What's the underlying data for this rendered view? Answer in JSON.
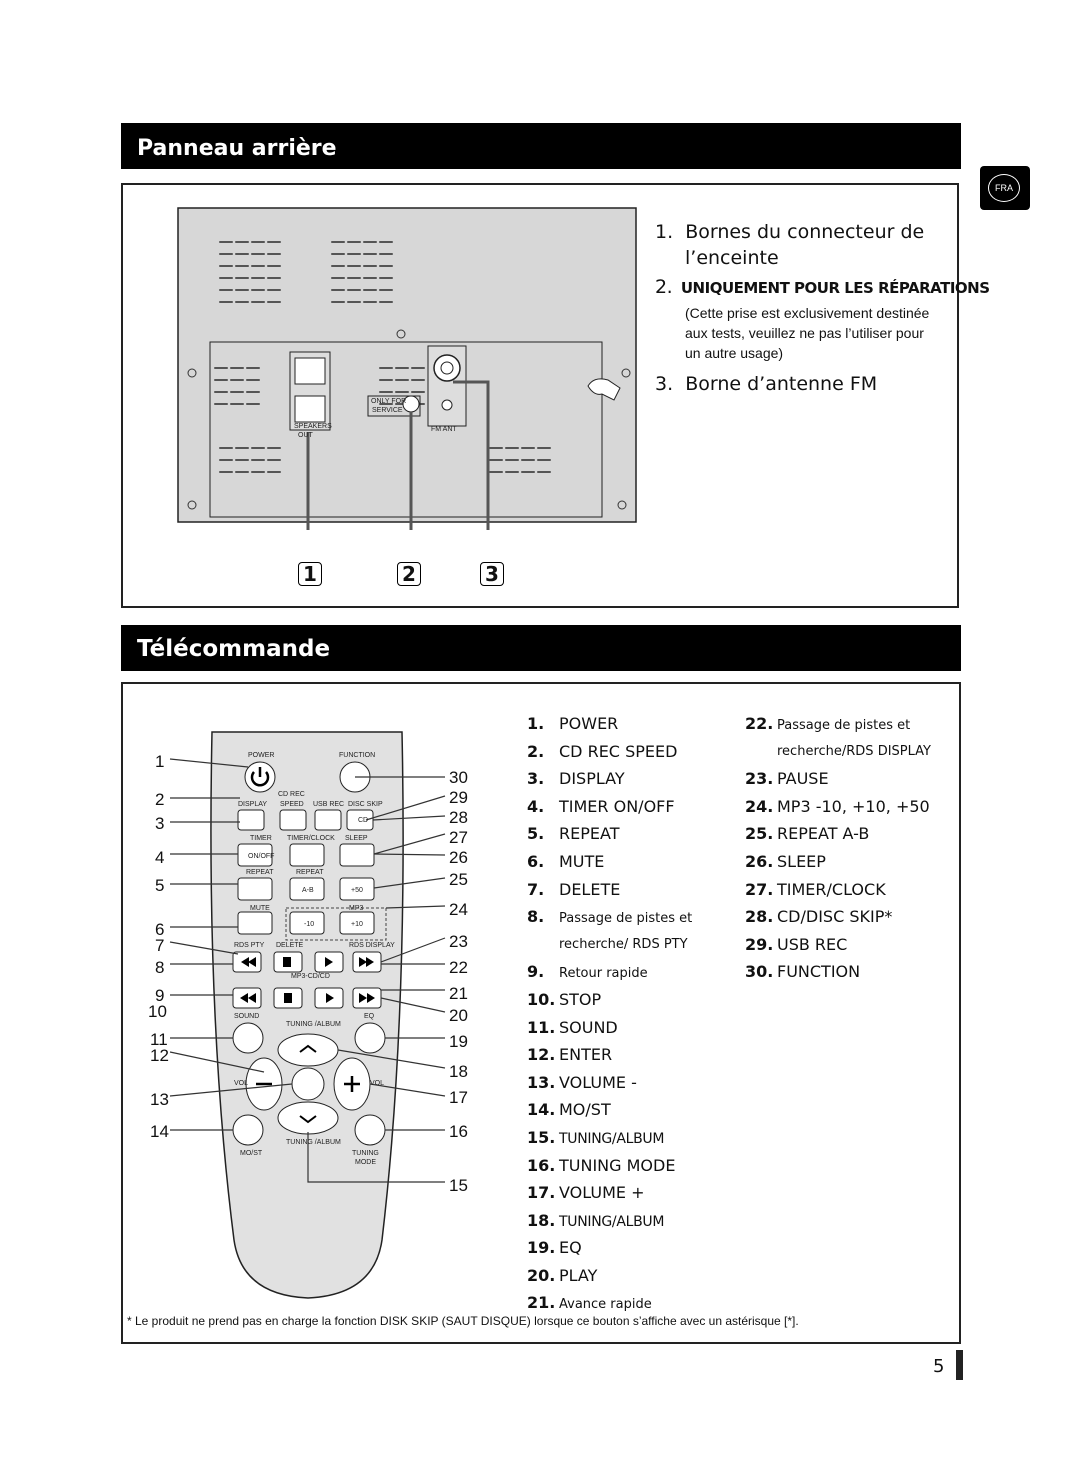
{
  "sections": {
    "rear_panel_title": "Panneau arrière",
    "remote_title": "Télécommande"
  },
  "language_tab": "FRA",
  "rear_panel": {
    "items": [
      {
        "num": "1.",
        "text": "Bornes du connecteur de",
        "text2": "l’enceinte"
      },
      {
        "num": "2.",
        "text": "UNIQUEMENT POUR LES RÉPARATIONS",
        "note1": "(Cette prise est exclusivement destinée",
        "note2": "aux tests, veuillez ne pas l’utiliser pour",
        "note3": "un autre usage)"
      },
      {
        "num": "3.",
        "text": "Borne d’antenne FM"
      }
    ],
    "callouts": [
      "1",
      "2",
      "3"
    ],
    "labels": {
      "speakers": "SPEAKERS",
      "out": "OUT",
      "only_for": "ONLY FOR",
      "service": "SERVICE",
      "fm_ant": "FM ANT"
    }
  },
  "remote": {
    "left_numbers": [
      "1",
      "2",
      "3",
      "4",
      "5",
      "6",
      "7",
      "8",
      "9",
      "10",
      "11",
      "12",
      "13",
      "14"
    ],
    "right_numbers": [
      "30",
      "29",
      "28",
      "27",
      "26",
      "25",
      "24",
      "23",
      "22",
      "21",
      "20",
      "19",
      "18",
      "17",
      "16",
      "15"
    ],
    "labels": {
      "power": "POWER",
      "function": "FUNCTION",
      "cd_rec": "CD REC",
      "display": "DISPLAY",
      "speed": "SPEED",
      "usb_rec": "USB REC",
      "disc_skip": "DISC SKIP",
      "cd": "CD",
      "timer": "TIMER",
      "timer_clock": "TIMER/CLOCK",
      "sleep": "SLEEP",
      "on_off": "ON/OFF",
      "repeat": "REPEAT",
      "repeat2": "REPEAT",
      "a_b": "A-B",
      "plus50": "+50",
      "mute": "MUTE",
      "mp3": "MP3",
      "minus10": "-10",
      "plus10": "+10",
      "rds_pty": "RDS PTY",
      "delete": "DELETE",
      "rds_display": "RDS DISPLAY",
      "mp3_cd_cd": "MP3-CD/CD",
      "sound": "SOUND",
      "tuning_album": "TUNING /ALBUM",
      "eq": "EQ",
      "vol_l": "VOL",
      "vol_r": "VOL",
      "mo_st": "MO/ST",
      "tuning_album2": "TUNING /ALBUM",
      "tuning": "TUNING",
      "mode": "MODE"
    },
    "list_col1": [
      {
        "num": "1.",
        "text": "POWER"
      },
      {
        "num": "2.",
        "text": "CD REC SPEED"
      },
      {
        "num": "3.",
        "text": "DISPLAY"
      },
      {
        "num": "4.",
        "text": "TIMER ON/OFF"
      },
      {
        "num": "5.",
        "text": "REPEAT"
      },
      {
        "num": "6.",
        "text": "MUTE"
      },
      {
        "num": "7.",
        "text": "DELETE"
      },
      {
        "num": "8.",
        "text": "Passage de pistes  et",
        "text2": "recherche/ RDS PTY"
      },
      {
        "num": "9.",
        "text": "Retour rapide"
      },
      {
        "num": "10.",
        "text": "STOP"
      },
      {
        "num": "11.",
        "text": "SOUND"
      },
      {
        "num": "12.",
        "text": "ENTER"
      },
      {
        "num": "13.",
        "text": "VOLUME -"
      },
      {
        "num": "14.",
        "text": "MO/ST"
      },
      {
        "num": "15.",
        "text": "TUNING/ALBUM"
      },
      {
        "num": "16.",
        "text": "TUNING MODE"
      },
      {
        "num": "17.",
        "text": "VOLUME +"
      },
      {
        "num": "18.",
        "text": "TUNING/ALBUM"
      },
      {
        "num": "19.",
        "text": "EQ"
      },
      {
        "num": "20.",
        "text": "PLAY"
      },
      {
        "num": "21.",
        "text": "Avance rapide"
      }
    ],
    "list_col2": [
      {
        "num": "22.",
        "text": "Passage de pistes  et",
        "text2": "recherche/RDS DISPLAY"
      },
      {
        "num": "23.",
        "text": "PAUSE"
      },
      {
        "num": "24.",
        "text": "MP3 -10, +10, +50"
      },
      {
        "num": "25.",
        "text": "REPEAT A-B"
      },
      {
        "num": "26.",
        "text": "SLEEP"
      },
      {
        "num": "27.",
        "text": "TIMER/CLOCK"
      },
      {
        "num": "28.",
        "text": "CD/DISC SKIP*"
      },
      {
        "num": "29.",
        "text": "USB REC"
      },
      {
        "num": "30.",
        "text": "FUNCTION"
      }
    ]
  },
  "footnote": "*   Le produit ne prend pas en charge la fonction DISK SKIP (SAUT DISQUE) lorsque ce bouton s’affiche avec un astérisque [*].",
  "page_number": "5"
}
